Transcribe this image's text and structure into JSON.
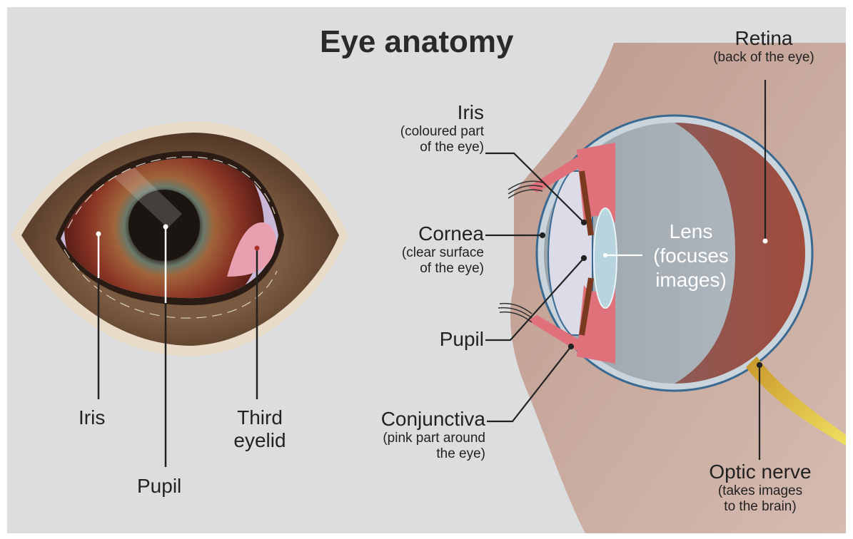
{
  "title": "Eye anatomy",
  "colors": {
    "background": "#dcdddf",
    "fur_brown": "#6b4a33",
    "iris_red": "#8a3a2a",
    "sclera_pink": "#e8a0b0",
    "lens_blue": "#b8d4de",
    "nerve_yellow": "#e6c832",
    "retina_red": "#a04b3c"
  },
  "external_view": {
    "labels": {
      "iris": "Iris",
      "pupil": "Pupil",
      "third_eyelid_line1": "Third",
      "third_eyelid_line2": "eyelid"
    }
  },
  "cross_section": {
    "labels": {
      "retina": "Retina",
      "retina_desc": "(back of the eye)",
      "iris": "Iris",
      "iris_desc_1": "(coloured part",
      "iris_desc_2": "of the eye)",
      "cornea": "Cornea",
      "cornea_desc_1": "(clear surface",
      "cornea_desc_2": "of the eye)",
      "lens_1": "Lens",
      "lens_2": "(focuses",
      "lens_3": "images)",
      "pupil": "Pupil",
      "conjunctiva": "Conjunctiva",
      "conjunctiva_desc_1": "(pink part around",
      "conjunctiva_desc_2": "the eye)",
      "optic_nerve": "Optic nerve",
      "optic_nerve_desc_1": "(takes images",
      "optic_nerve_desc_2": "to the brain)"
    }
  }
}
